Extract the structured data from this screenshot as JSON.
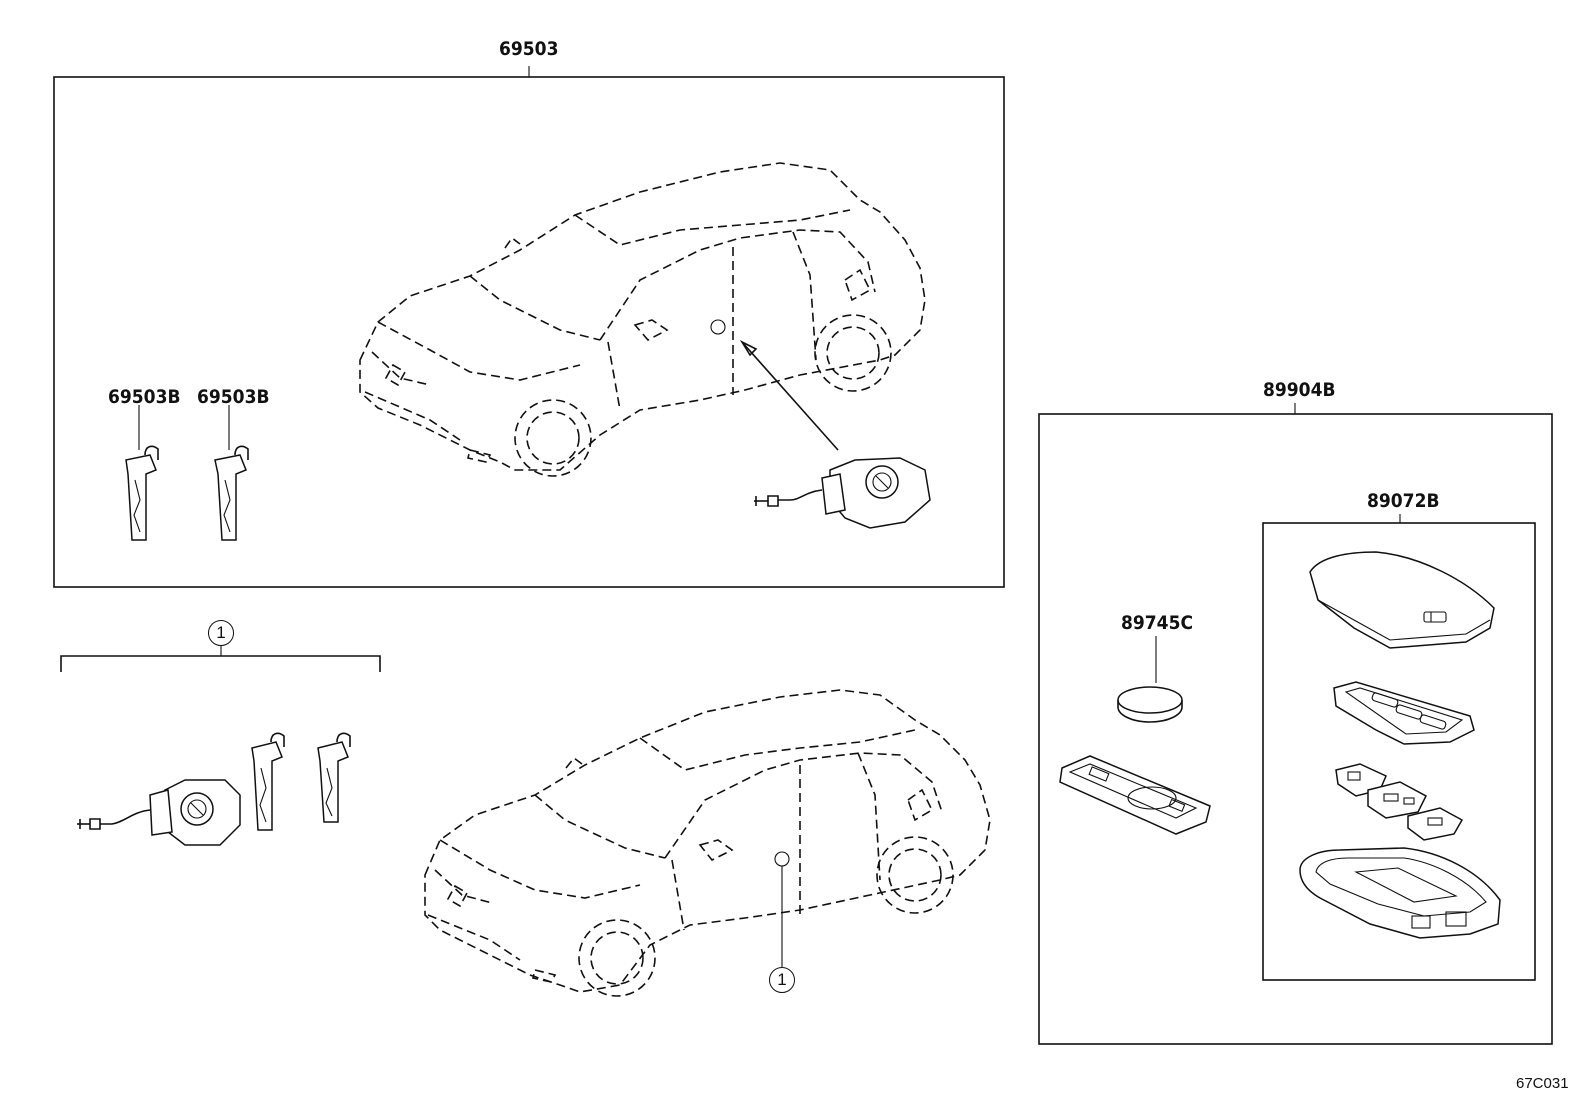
{
  "labels": {
    "car_kit": "69503",
    "key_left": "69503B",
    "key_right": "69503B",
    "transmitter_assy": "89904B",
    "case": "89072B",
    "battery": "89745C",
    "group_marker_top": "1",
    "group_marker_car": "1"
  },
  "figure_code": "67C031",
  "colors": {
    "line": "#111111",
    "background": "#ffffff"
  }
}
